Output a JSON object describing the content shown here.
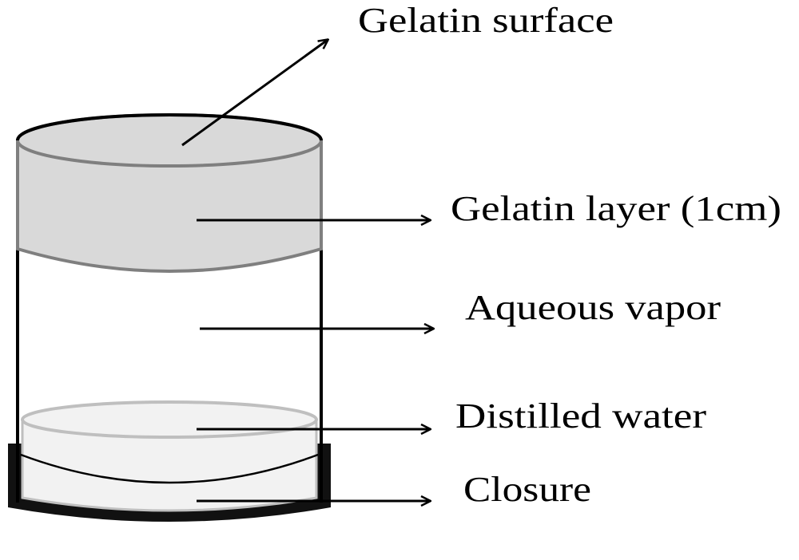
{
  "labels": {
    "gelatin_surface": "Gelatin surface",
    "gelatin_layer": "Gelatin layer (1cm)",
    "aqueous_vapor": "Aqueous vapor",
    "distilled_water": "Distilled water",
    "closure": "Closure"
  },
  "colors": {
    "gelatin": "#d9d9d9",
    "gelatin_edge": "#7f7f7f",
    "water": "#f2f2f2",
    "water_edge": "#bfbfbf",
    "outline": "#000000",
    "background": "#ffffff"
  }
}
